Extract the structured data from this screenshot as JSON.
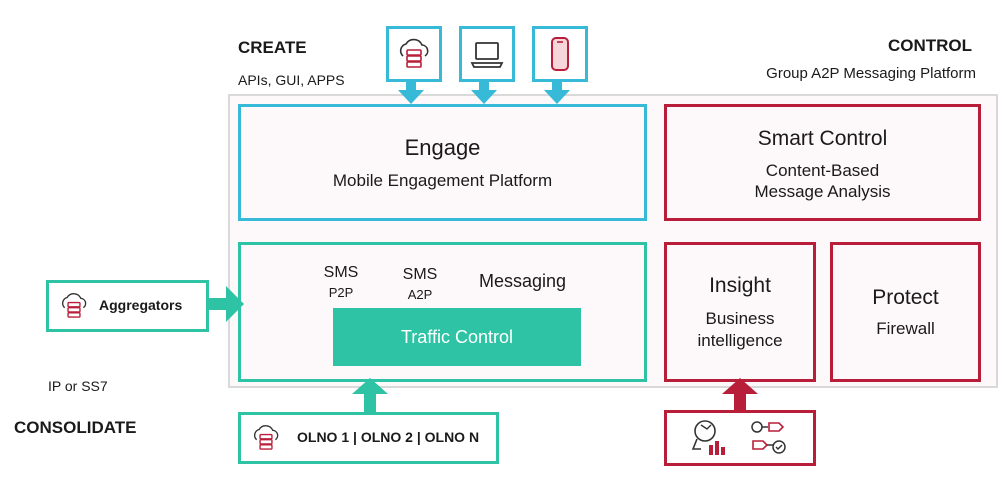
{
  "create": {
    "title": "CREATE",
    "subtitle": "APIs, GUI, APPS"
  },
  "control": {
    "title": "CONTROL",
    "subtitle": "Group A2P Messaging Platform"
  },
  "consolidate": {
    "title": "CONSOLIDATE",
    "note": "IP or SS7"
  },
  "engage": {
    "title": "Engage",
    "subtitle": "Mobile Engagement Platform"
  },
  "smart_control": {
    "title": "Smart Control",
    "line1": "Content-Based",
    "line2": "Message Analysis"
  },
  "traffic": {
    "sms_p2p": {
      "title": "SMS",
      "sub": "P2P"
    },
    "sms_a2p": {
      "title": "SMS",
      "sub": "A2P"
    },
    "messaging": "Messaging",
    "traffic_control": "Traffic Control"
  },
  "insight": {
    "title": "Insight",
    "line1": "Business",
    "line2": "intelligence"
  },
  "protect": {
    "title": "Protect",
    "subtitle": "Firewall"
  },
  "aggregators": "Aggregators",
  "olno": "OLNO 1 | OLNO 2 | OLNO N",
  "icons": [
    "cloud-server-icon",
    "laptop-icon",
    "mobile-phone-icon",
    "analytics-icon",
    "security-flow-icon"
  ],
  "colors": {
    "blue": "#37b9d8",
    "teal": "#2ec3a4",
    "red": "#b81e3a"
  }
}
